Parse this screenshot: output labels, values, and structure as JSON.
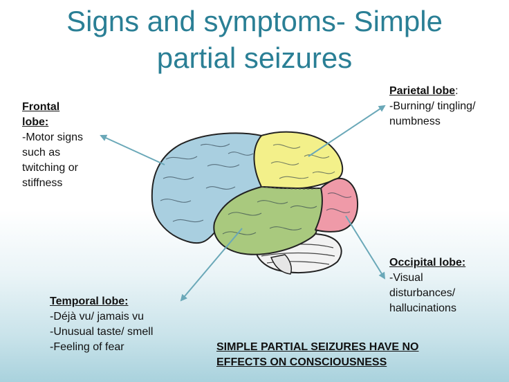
{
  "title": {
    "line1": "Signs and symptoms- Simple",
    "line2": "partial seizures"
  },
  "labels": {
    "frontal": {
      "head_line1": "Frontal",
      "head_line2": "lobe:",
      "lines": [
        "-Motor signs",
        "such as",
        "twitching or",
        "stiffness"
      ]
    },
    "parietal": {
      "head": "Parietal lobe",
      "colon": ":",
      "lines": [
        "-Burning/ tingling/",
        "numbness"
      ]
    },
    "occipital": {
      "head": "Occipital lobe:",
      "lines": [
        "-Visual",
        "disturbances/",
        "hallucinations"
      ]
    },
    "temporal": {
      "head": "Temporal lobe:",
      "lines": [
        "-Déjà vu/ jamais vu",
        "-Unusual taste/ smell",
        "-Feeling of fear"
      ]
    }
  },
  "footer_note": {
    "line1": "SIMPLE PARTIAL SEIZURES HAVE NO",
    "line2": "EFFECTS ON CONSCIOUSNESS"
  },
  "colors": {
    "title": "#2a7f95",
    "frontal_lobe": "#a9cfe0",
    "parietal_lobe": "#f3f08a",
    "occipital_lobe": "#ef9aa8",
    "temporal_lobe": "#a9c97e",
    "arrow": "#6aa8b8"
  }
}
